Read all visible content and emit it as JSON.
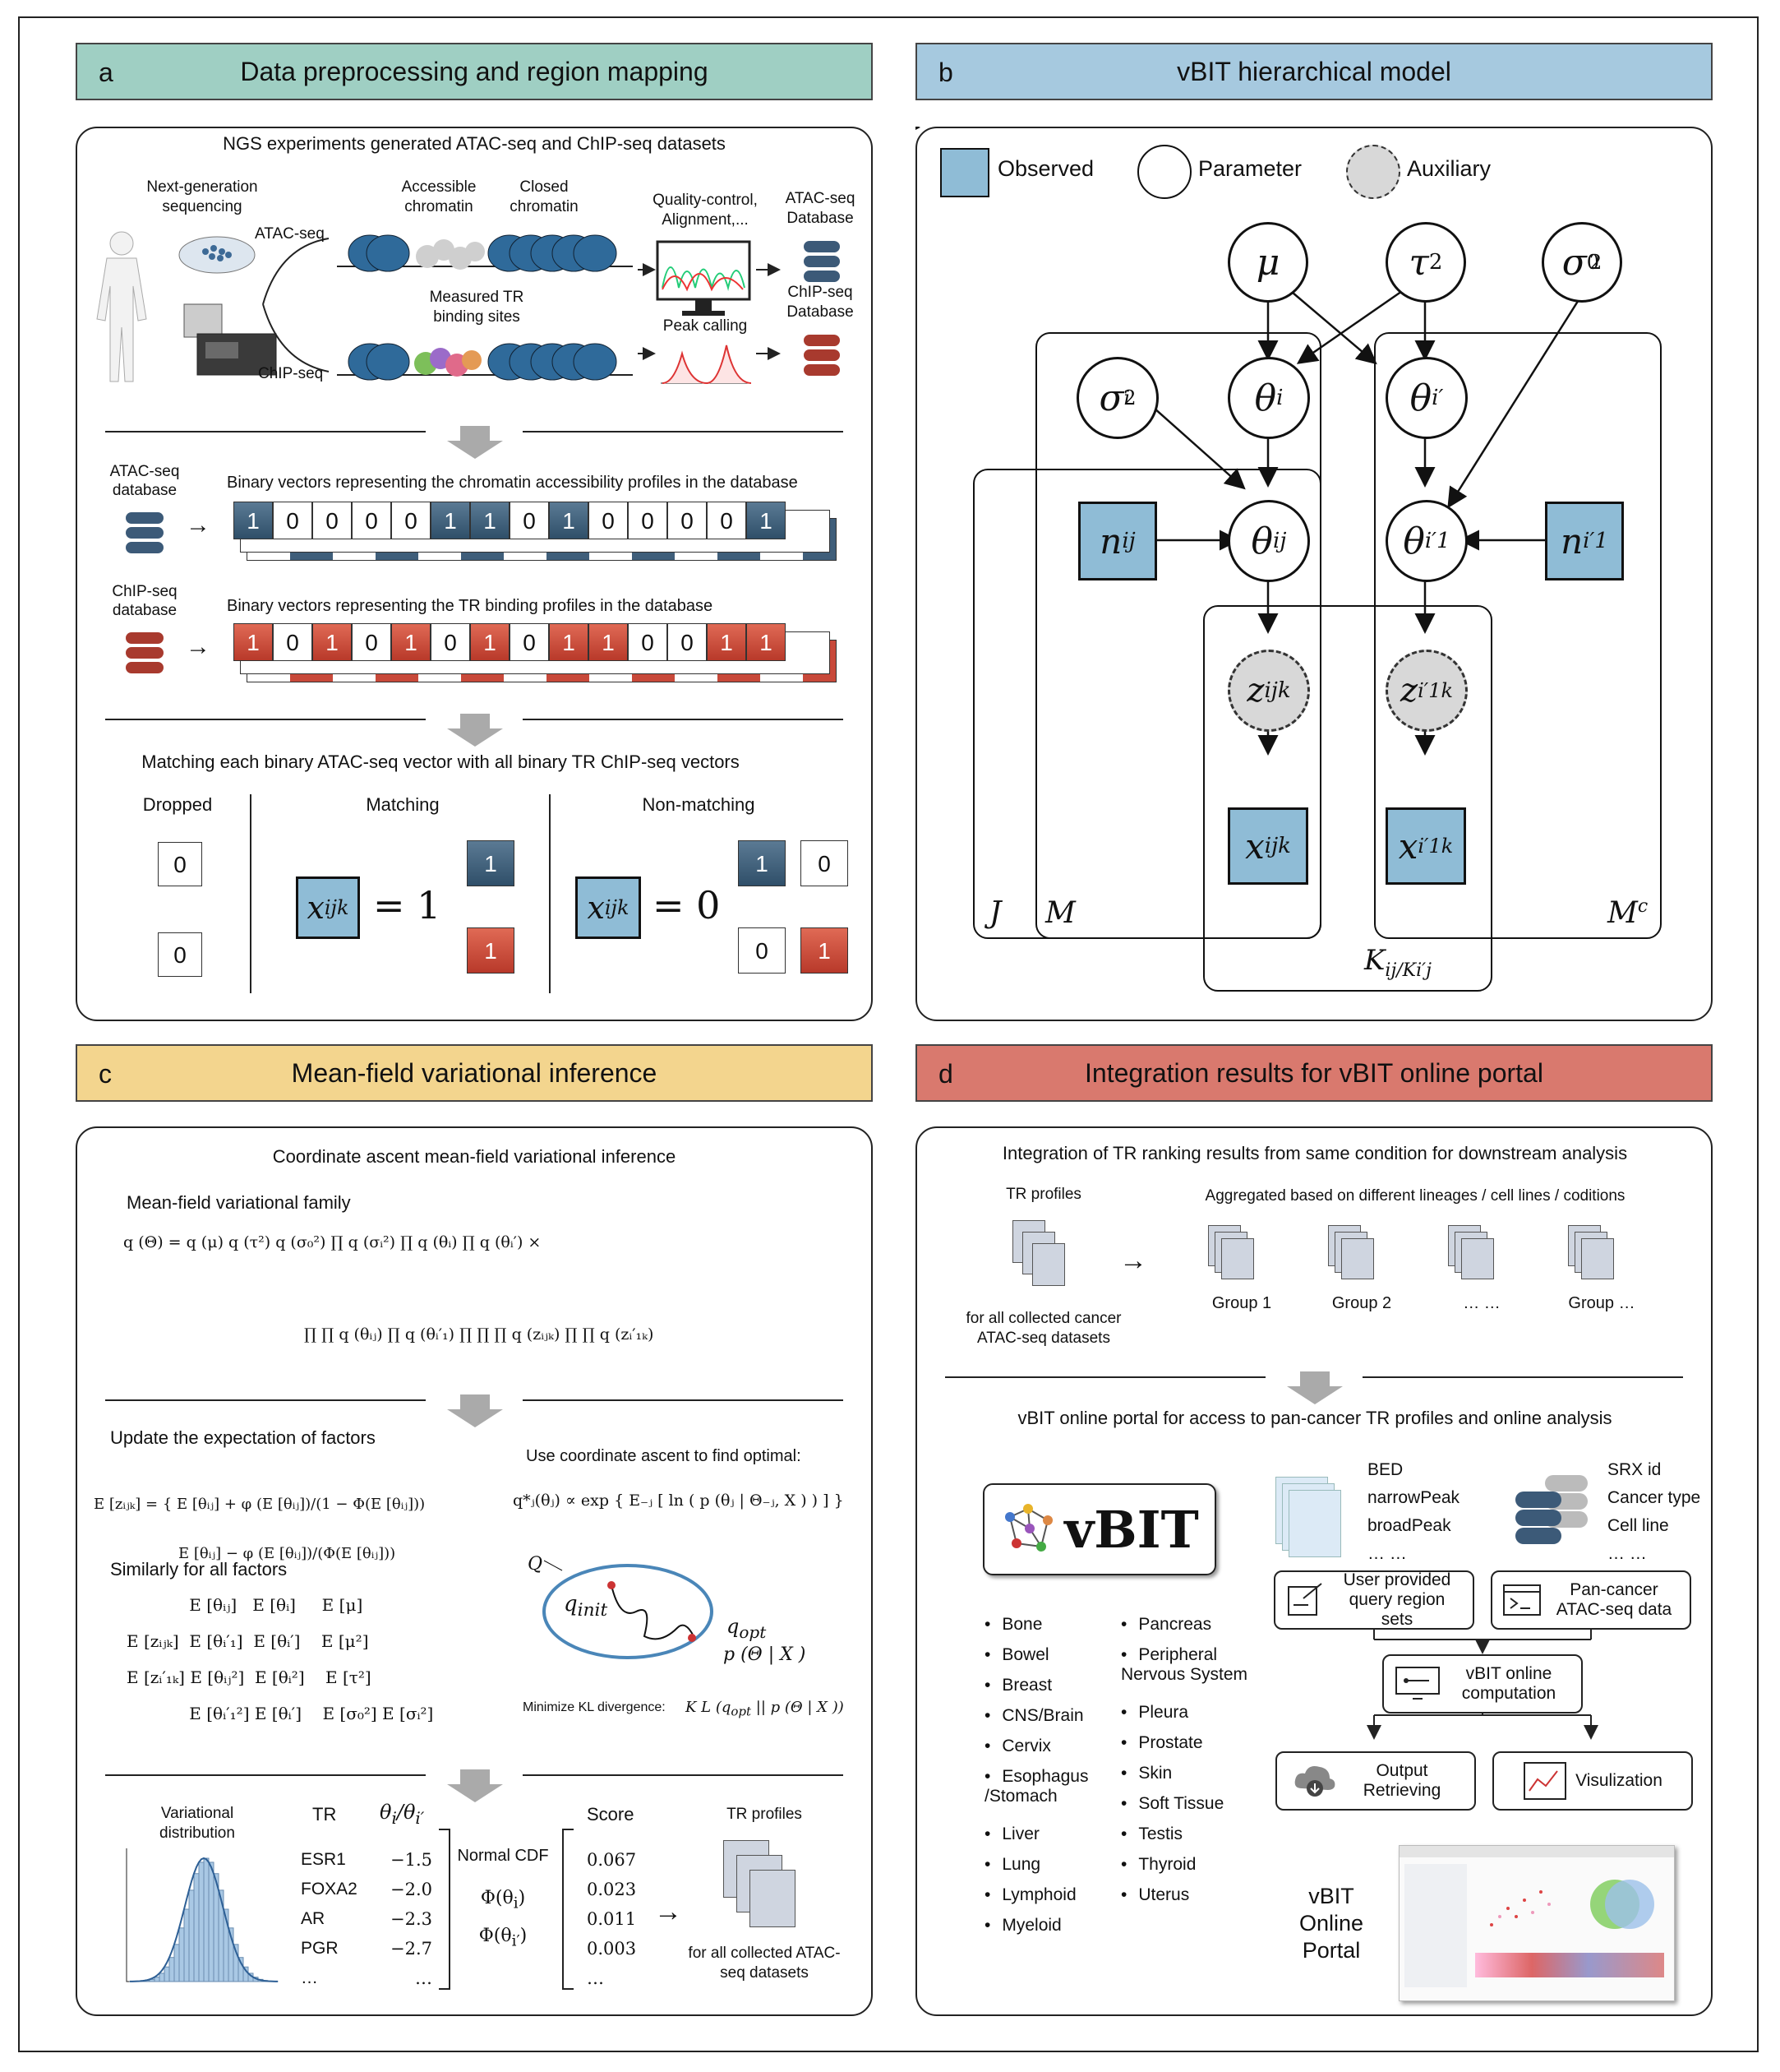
{
  "panel_a": {
    "letter": "a",
    "title": "Data preprocessing and region mapping",
    "subtitle": "NGS experiments generated ATAC-seq and ChIP-seq datasets",
    "ngs_label": "Next-generation sequencing",
    "atac_label": "ATAC-seq",
    "chip_label": "ChIP-seq",
    "accessible_label": "Accessible chromatin",
    "closed_label": "Closed chromatin",
    "measured_tr_label": "Measured TR binding sites",
    "qc_label": "Quality-control, Alignment,...",
    "peak_label": "Peak calling",
    "atac_db_label": "ATAC-seq Database",
    "chip_db_label": "ChIP-seq Database",
    "atac_database": "ATAC-seq database",
    "chip_database": "ChIP-seq database",
    "atac_vector_caption": "Binary vectors representing the chromatin accessibility profiles in the database",
    "chip_vector_caption": "Binary vectors representing the TR binding profiles in the database",
    "atac_vector": [
      "1",
      "0",
      "0",
      "0",
      "0",
      "1",
      "1",
      "0",
      "1",
      "0",
      "0",
      "0",
      "0",
      "1"
    ],
    "chip_vector": [
      "1",
      "0",
      "1",
      "0",
      "1",
      "0",
      "1",
      "0",
      "1",
      "1",
      "0",
      "0",
      "1",
      "1"
    ],
    "matching_title": "Matching each binary ATAC-seq vector with all binary TR ChIP-seq vectors",
    "dropped_label": "Dropped",
    "matching_label": "Matching",
    "nonmatching_label": "Non-matching",
    "zero": "0",
    "one": "1",
    "x_ijk": "x",
    "x_sub": "ijk",
    "eq_one": "= 1",
    "eq_zero": "= 0"
  },
  "panel_b": {
    "letter": "b",
    "title": "vBIT hierarchical model",
    "legend_observed": "Observed",
    "legend_parameter": "Parameter",
    "legend_auxiliary": "Auxiliary",
    "plate_J": "J",
    "plate_M": "M",
    "plate_Mc": "M",
    "plate_Mc_sup": "c",
    "plate_K": "K",
    "plate_K_text": "ij/Ki′j"
  },
  "panel_c": {
    "letter": "c",
    "title": "Mean-field variational inference",
    "subtitle": "Coordinate ascent mean-field variational inference",
    "family_label": "Mean-field variational family",
    "update_label": "Update the expectation of factors",
    "coord_label": "Use coordinate ascent to find optimal:",
    "similar_label": "Similarly for all factors",
    "minimize_label": "Minimize KL divergence:",
    "var_dist_label": "Variational distribution",
    "tr_header": "TR",
    "normal_cdf": "Normal CDF",
    "score_header": "Score",
    "tr_profiles_label": "TR profiles",
    "for_all_label": "for all collected ATAC-seq datasets",
    "tr_rows": [
      {
        "tr": "ESR1",
        "theta": "−1.5",
        "score": "0.067"
      },
      {
        "tr": "FOXA2",
        "theta": "−2.0",
        "score": "0.023"
      },
      {
        "tr": "AR",
        "theta": "−2.3",
        "score": "0.011"
      },
      {
        "tr": "PGR",
        "theta": "−2.7",
        "score": "0.003"
      },
      {
        "tr": "…",
        "theta": "…",
        "score": "…"
      }
    ]
  },
  "panel_d": {
    "letter": "d",
    "title": "Integration results for vBIT online portal",
    "integration_label": "Integration of TR ranking results from same condition for downstream analysis",
    "tr_profiles": "TR profiles",
    "aggregated_label": "Aggregated based on different lineages / cell lines / coditions",
    "for_all_cancer": "for all collected cancer ATAC-seq datasets",
    "groups": [
      "Group 1",
      "Group 2",
      "… …",
      "Group …"
    ],
    "portal_label": "vBIT online portal for access to pan-cancer TR profiles and online analysis",
    "logo_text": "vBIT",
    "formats": [
      "BED",
      "narrowPeak",
      "broadPeak",
      "… …"
    ],
    "meta": [
      "SRX id",
      "Cancer type",
      "Cell line",
      "… …"
    ],
    "user_provided": "User provided query region sets",
    "pan_cancer": "Pan-cancer ATAC-seq data",
    "online_comp": "vBIT online computation",
    "output": "Output Retrieving",
    "visualization": "Visulization",
    "portal_caption": "vBIT Online Portal",
    "tissues_left": [
      "Bone",
      "Bowel",
      "Breast",
      "CNS/Brain",
      "Cervix",
      "Esophagus /Stomach",
      "Liver",
      "Lung",
      "Lymphoid",
      "Myeloid"
    ],
    "tissues_right": [
      "Pancreas",
      "Peripheral Nervous System",
      "Pleura",
      "Prostate",
      "Skin",
      "Soft Tissue",
      "Testis",
      "Thyroid",
      "Uterus"
    ]
  },
  "colors": {
    "header_a": "#9fcfc3",
    "header_b": "#a6c9df",
    "header_c": "#f3d58e",
    "header_d": "#d9796e",
    "observed": "#8fbcd6",
    "auxiliary": "#d8d8d8"
  }
}
